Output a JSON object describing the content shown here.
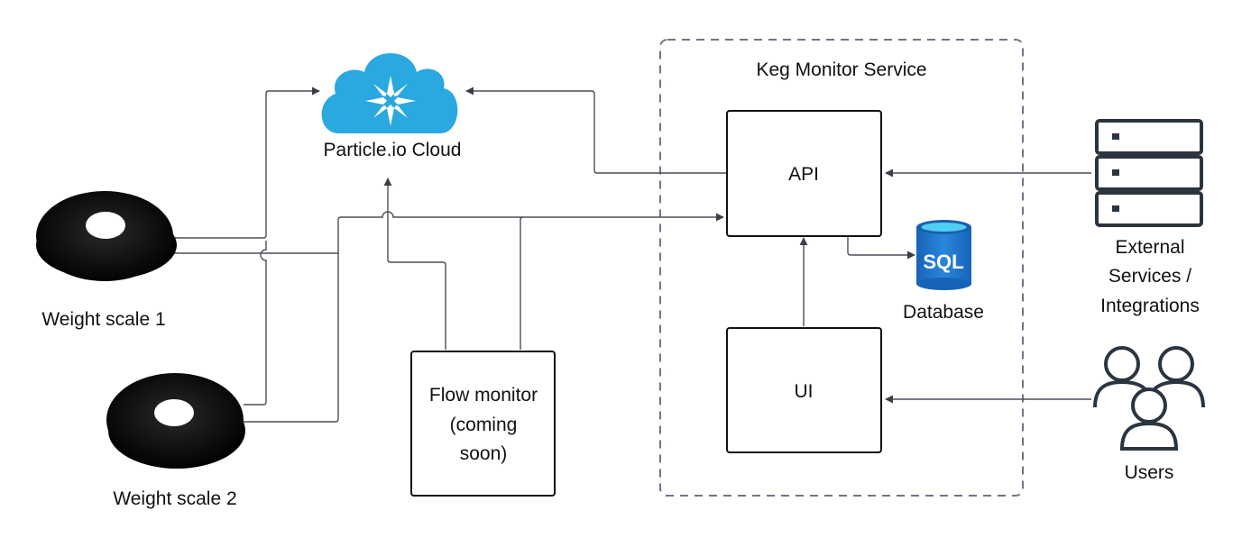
{
  "service": {
    "title": "Keg Monitor Service"
  },
  "cloud": {
    "label": "Particle.io Cloud"
  },
  "scales": [
    {
      "label": "Weight scale 1"
    },
    {
      "label": "Weight scale 2"
    }
  ],
  "flow_monitor": {
    "lines": [
      "Flow monitor",
      "(coming",
      "soon)"
    ]
  },
  "api": {
    "label": "API"
  },
  "ui": {
    "label": "UI"
  },
  "database": {
    "label": "Database",
    "icon_text": "SQL"
  },
  "external": {
    "lines": [
      "External",
      "Services /",
      "Integrations"
    ]
  },
  "users": {
    "label": "Users"
  },
  "colors": {
    "cloud": "#2aa8e0",
    "database": "#1e74c7",
    "icon_stroke": "#2b3540",
    "dashed_border": "#6b7785"
  }
}
